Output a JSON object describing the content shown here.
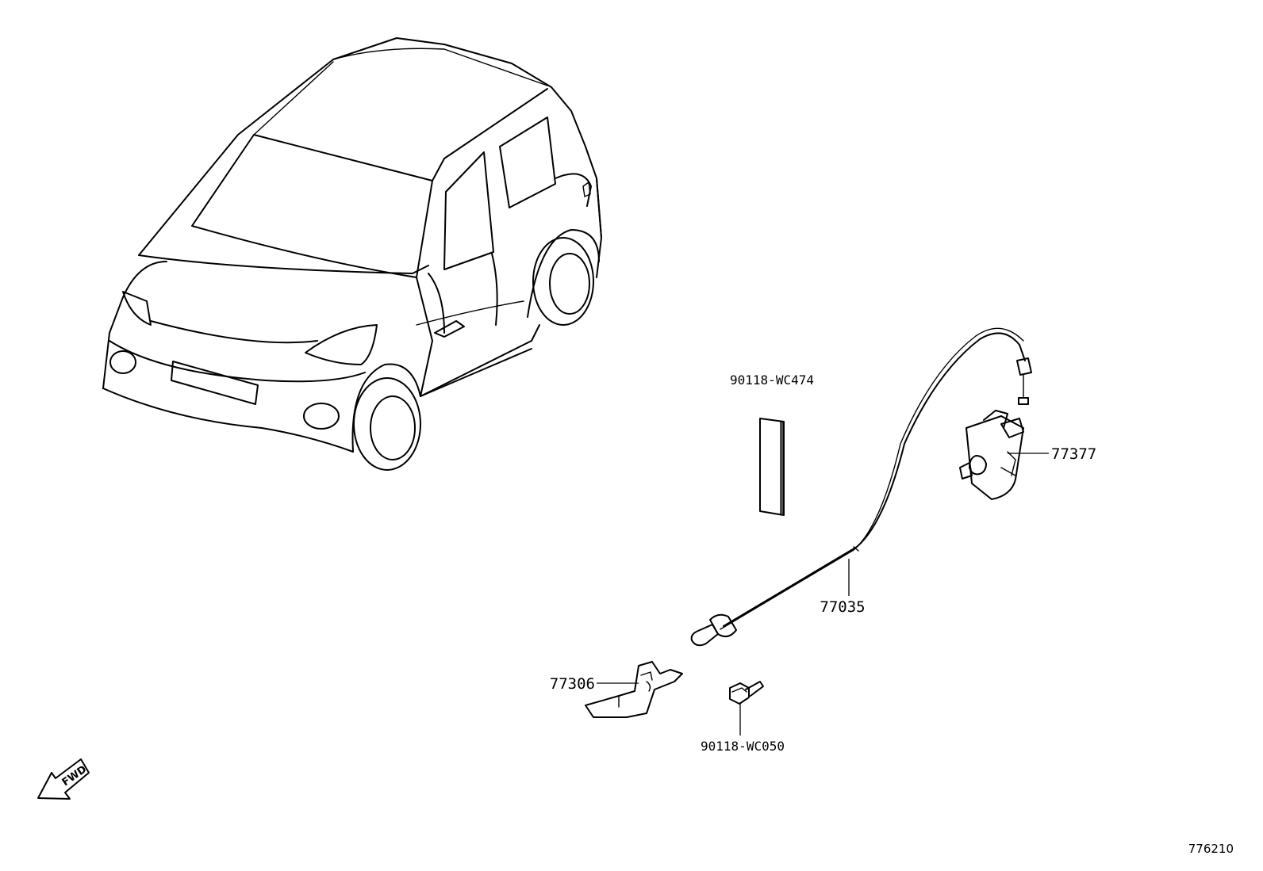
{
  "parts": {
    "p90118_wc474": "90118-WC474",
    "p77377": "77377",
    "p77035": "77035",
    "p77306": "77306",
    "p90118_wc050": "90118-WC050"
  },
  "direction_arrow": {
    "text": "FWD",
    "icon": "fwd-arrow-icon"
  },
  "figure_number": "776210"
}
